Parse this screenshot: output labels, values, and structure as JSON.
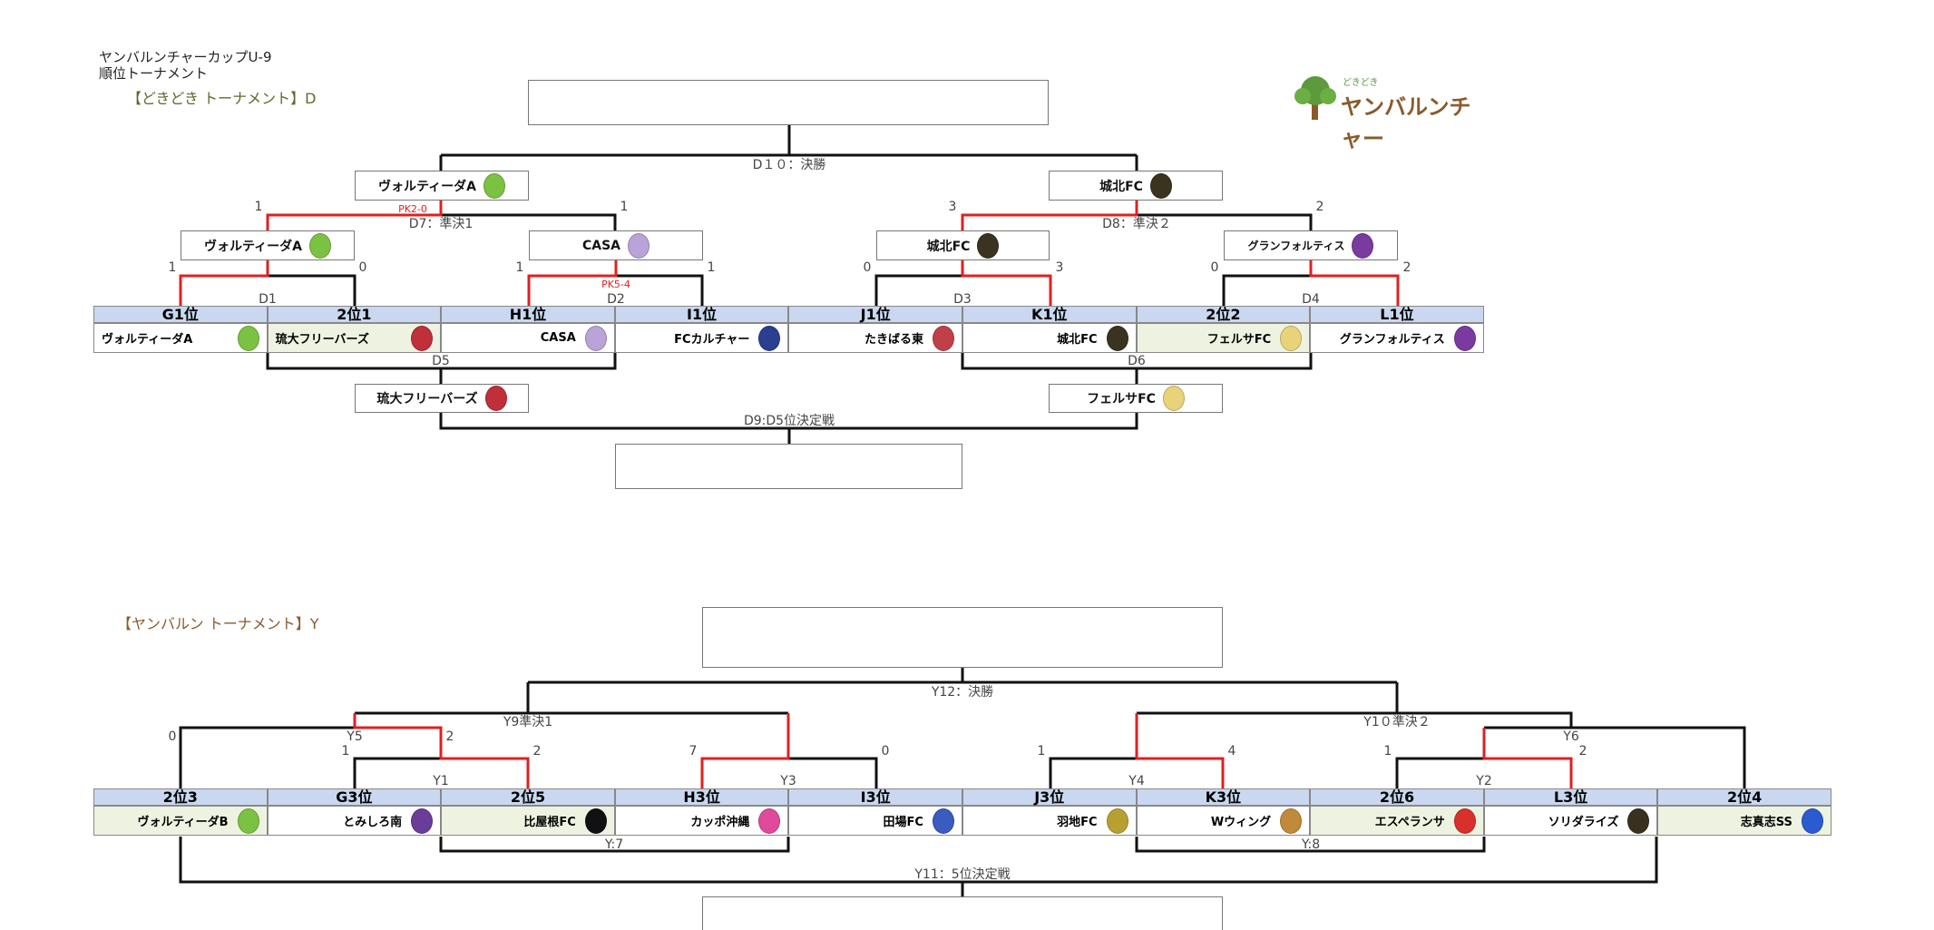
{
  "header": {
    "title1": "ヤンバルンチャーカップU-9",
    "title2": "順位トーナメント",
    "logo_small": "どきどき",
    "logo_text": "ヤンバルンチャー"
  },
  "d": {
    "subtitle": "【どきどき トーナメント】D",
    "columns": [
      {
        "header": "G1位",
        "name": "ヴォルティーダA",
        "green": false,
        "icon": "#7cc242"
      },
      {
        "header": "2位1",
        "name": "琉大フリーバーズ",
        "green": true,
        "icon": "#c0303a"
      },
      {
        "header": "H1位",
        "name": "CASA",
        "green": false,
        "icon": "#b9a3d8"
      },
      {
        "header": "I1位",
        "name": "FCカルチャー",
        "green": false,
        "icon": "#2a3f8f"
      },
      {
        "header": "J1位",
        "name": "たきばる東",
        "green": false,
        "icon": "#c0404a"
      },
      {
        "header": "K1位",
        "name": "城北FC",
        "green": false,
        "icon": "#3a3320"
      },
      {
        "header": "2位2",
        "name": "フェルサFC",
        "green": true,
        "icon": "#e8d37a"
      },
      {
        "header": "L1位",
        "name": "グランフォルティス",
        "green": false,
        "icon": "#7a3aa0"
      }
    ],
    "boxes": {
      "sf1": "ヴォルティーダA",
      "sf2": "城北FC",
      "qf1": "ヴォルティーダA",
      "qf2": "CASA",
      "qf3": "城北FC",
      "qf4": "グランフォルティス",
      "p5a": "琉大フリーバーズ",
      "p5b": "フェルサFC"
    },
    "labels": {
      "d10": "D１０：決勝",
      "d7": "D7：準決1",
      "d8": "D8：準決２",
      "d1": "D1",
      "d2": "D2",
      "d3": "D3",
      "d4": "D4",
      "d5": "D5",
      "d6": "D6",
      "d9": "D9:D5位決定戦",
      "pk7": "PK2-0",
      "pk2": "PK5-4"
    },
    "scores": {
      "d7a": "1",
      "d7b": "1",
      "d8a": "3",
      "d8b": "2",
      "d1a": "1",
      "d1b": "0",
      "d2a": "1",
      "d2b": "1",
      "d3a": "0",
      "d3b": "3",
      "d4a": "0",
      "d4b": "2"
    }
  },
  "y": {
    "subtitle": "【ヤンバルン トーナメント】Y",
    "columns": [
      {
        "header": "2位3",
        "name": "ヴォルティーダB",
        "green": true,
        "icon": "#7cc242"
      },
      {
        "header": "G3位",
        "name": "とみしろ南",
        "green": false,
        "icon": "#6a3d9a"
      },
      {
        "header": "2位5",
        "name": "比屋根FC",
        "green": true,
        "icon": "#111111"
      },
      {
        "header": "H3位",
        "name": "カッポ沖縄",
        "green": false,
        "icon": "#e04a9a"
      },
      {
        "header": "I3位",
        "name": "田場FC",
        "green": false,
        "icon": "#3a5bc0"
      },
      {
        "header": "J3位",
        "name": "羽地FC",
        "green": false,
        "icon": "#b8a030"
      },
      {
        "header": "K3位",
        "name": "Wウィング",
        "green": false,
        "icon": "#c08a3a"
      },
      {
        "header": "2位6",
        "name": "エスペランサ",
        "green": true,
        "icon": "#d8302a"
      },
      {
        "header": "L3位",
        "name": "ソリダライズ",
        "green": false,
        "icon": "#3a3020"
      },
      {
        "header": "2位4",
        "name": "志真志SS",
        "green": true,
        "icon": "#2a5bd0"
      }
    ],
    "labels": {
      "y12": "Y12：決勝",
      "y9": "Y9準決1",
      "y10": "Y1０準決２",
      "y5": "Y5",
      "y6": "Y6",
      "y1": "Y1",
      "y2": "Y2",
      "y3": "Y3",
      "y4": "Y4",
      "y7": "Y:7",
      "y8": "Y:8",
      "y11": "Y11：5位決定戦"
    },
    "scores": {
      "y5a": "0",
      "y5b": "2",
      "y1a": "1",
      "y1b": "2",
      "y3a": "7",
      "y3b": "0",
      "y4a": "1",
      "y4b": "4",
      "y2a": "1",
      "y2b": "2"
    }
  },
  "colors": {
    "win_line": "#e02020",
    "header_bg": "#c9d8f0",
    "green_cell": "#eef3e1",
    "d_subtitle": "#5a6b2a",
    "y_subtitle": "#8a5a2b"
  }
}
